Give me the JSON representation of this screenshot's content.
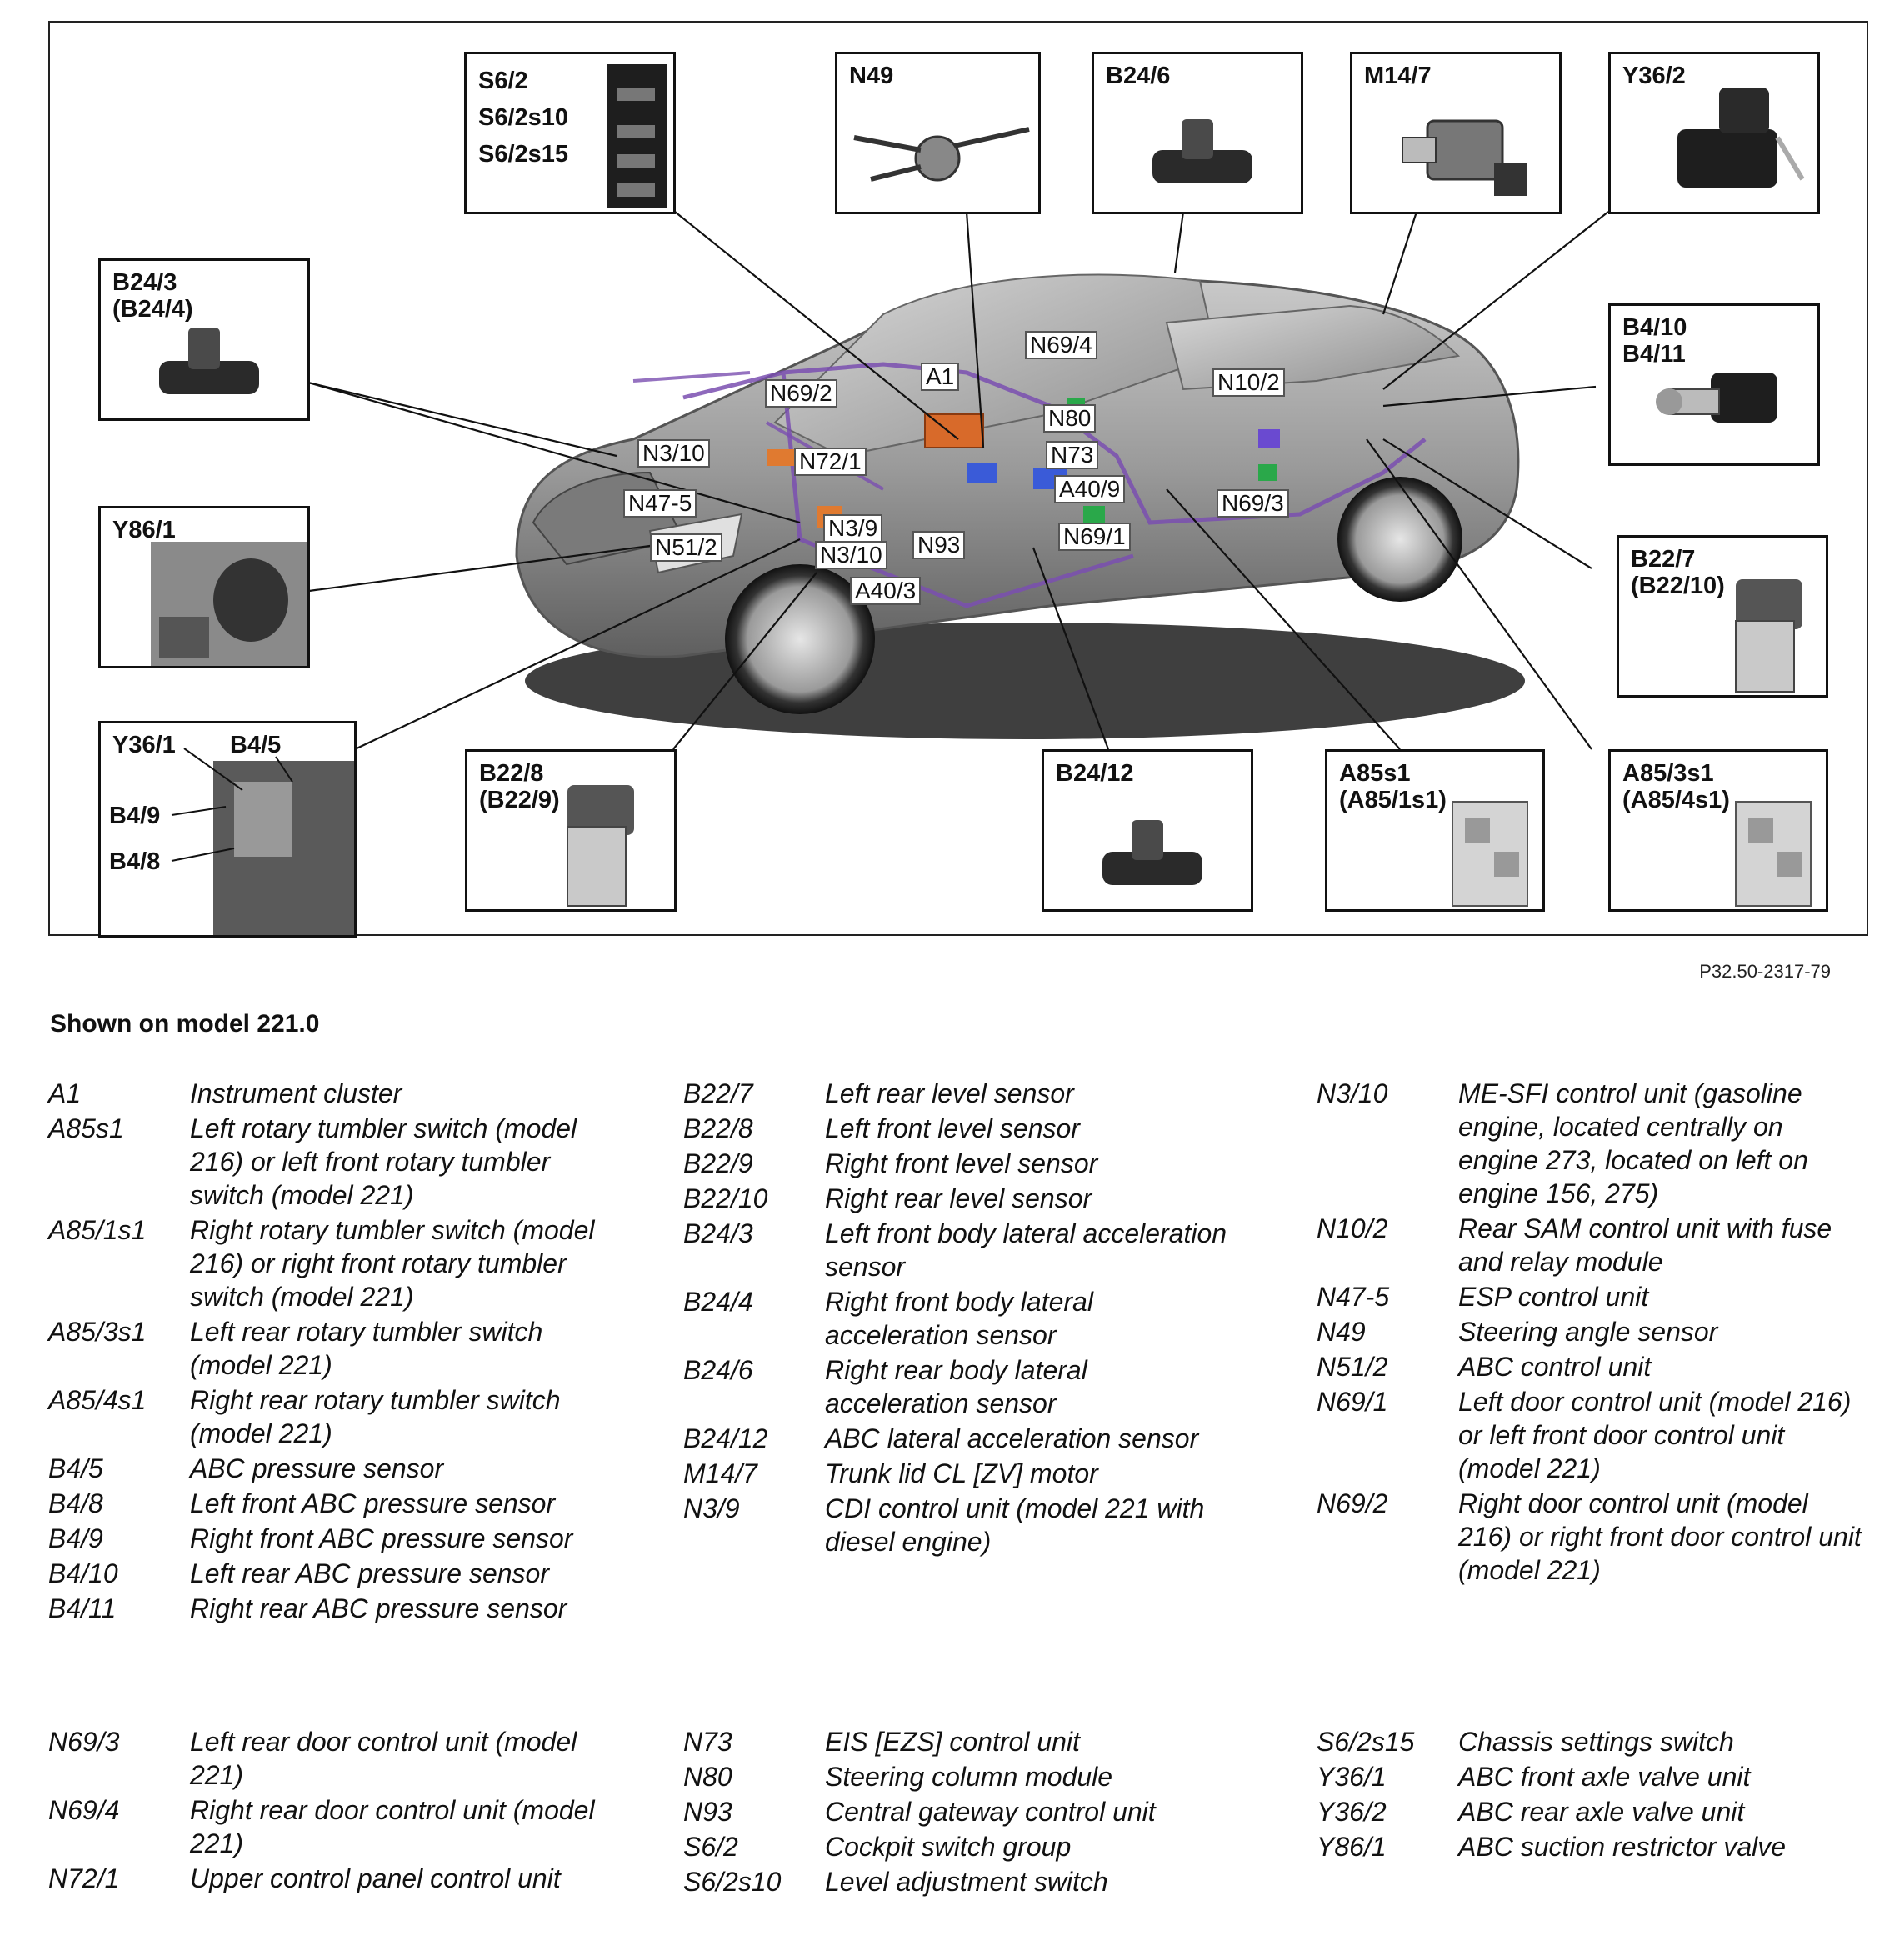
{
  "callouts": {
    "s6_2": {
      "title": "S6/2\nS6/2s10\nS6/2s15"
    },
    "n49": {
      "title": "N49"
    },
    "b24_6": {
      "title": "B24/6"
    },
    "m14_7": {
      "title": "M14/7"
    },
    "y36_2": {
      "title": "Y36/2"
    },
    "b24_3": {
      "title": "B24/3\n(B24/4)"
    },
    "b4_10": {
      "title": "B4/10\nB4/11"
    },
    "y86_1": {
      "title": "Y86/1"
    },
    "b22_7": {
      "title": "B22/7\n(B22/10)"
    },
    "y36_1": {
      "title": "Y36/1",
      "title_b": "B4/5",
      "title_c": "B4/9",
      "title_d": "B4/8"
    },
    "b22_8": {
      "title": "B22/8\n(B22/9)"
    },
    "b24_12": {
      "title": "B24/12"
    },
    "a85s1": {
      "title": "A85s1\n(A85/1s1)"
    },
    "a85_3s1": {
      "title": "A85/3s1\n(A85/4s1)"
    }
  },
  "car_labels": {
    "n69_4": "N69/4",
    "a1": "A1",
    "n69_2": "N69/2",
    "n10_2": "N10/2",
    "n80": "N80",
    "n3_10_top": "N3/10",
    "n72_1": "N72/1",
    "n73": "N73",
    "a40_9": "A40/9",
    "n47_5": "N47-5",
    "n3_9": "N3/9",
    "n93": "N93",
    "n69_3": "N69/3",
    "n69_1": "N69/1",
    "n51_2": "N51/2",
    "n3_10_low": "N3/10",
    "a40_3": "A40/3"
  },
  "figure_code": "P32.50-2317-79",
  "caption": "Shown on model 221.0",
  "legend": {
    "col1": [
      {
        "code": "A1",
        "desc": "Instrument cluster"
      },
      {
        "code": "A85s1",
        "desc": "Left rotary tumbler switch (model 216) or left front rotary tumbler switch (model 221)"
      },
      {
        "code": "A85/1s1",
        "desc": "Right rotary tumbler switch (model 216) or right front rotary tumbler switch (model 221)"
      },
      {
        "code": "A85/3s1",
        "desc": "Left rear rotary tumbler switch (model 221)"
      },
      {
        "code": "A85/4s1",
        "desc": "Right rear rotary tumbler switch (model 221)"
      },
      {
        "code": "B4/5",
        "desc": "ABC pressure sensor"
      },
      {
        "code": "B4/8",
        "desc": "Left front ABC pressure sensor"
      },
      {
        "code": "B4/9",
        "desc": "Right front ABC pressure sensor"
      },
      {
        "code": "B4/10",
        "desc": "Left rear ABC pressure sensor"
      },
      {
        "code": "B4/11",
        "desc": "Right rear ABC pressure sensor"
      }
    ],
    "col2": [
      {
        "code": "B22/7",
        "desc": "Left rear level sensor"
      },
      {
        "code": "B22/8",
        "desc": "Left front level sensor"
      },
      {
        "code": "B22/9",
        "desc": "Right front level sensor"
      },
      {
        "code": "B22/10",
        "desc": "Right rear level sensor"
      },
      {
        "code": "B24/3",
        "desc": "Left front body lateral acceleration sensor"
      },
      {
        "code": "B24/4",
        "desc": "Right front body lateral acceleration sensor"
      },
      {
        "code": "B24/6",
        "desc": "Right rear body lateral acceleration sensor"
      },
      {
        "code": "B24/12",
        "desc": "ABC lateral acceleration sensor"
      },
      {
        "code": "M14/7",
        "desc": "Trunk lid CL [ZV] motor"
      },
      {
        "code": "N3/9",
        "desc": "CDI control unit (model 221 with diesel engine)"
      }
    ],
    "col3": [
      {
        "code": "N3/10",
        "desc": "ME-SFI control unit (gasoline engine, located centrally on engine 273, located on left on engine 156, 275)"
      },
      {
        "code": "N10/2",
        "desc": "Rear SAM control unit with fuse and relay module"
      },
      {
        "code": "N47-5",
        "desc": "ESP control unit"
      },
      {
        "code": "N49",
        "desc": "Steering angle sensor"
      },
      {
        "code": "N51/2",
        "desc": "ABC control unit"
      },
      {
        "code": "N69/1",
        "desc": "Left door control unit (model 216) or left front door control unit (model 221)"
      },
      {
        "code": "N69/2",
        "desc": "Right door control unit (model 216) or right front door control unit (model 221)"
      }
    ],
    "col4": [
      {
        "code": "N69/3",
        "desc": "Left rear door control unit (model 221)"
      },
      {
        "code": "N69/4",
        "desc": "Right rear door control unit (model 221)"
      },
      {
        "code": "N72/1",
        "desc": "Upper control panel control unit"
      }
    ],
    "col5": [
      {
        "code": "N73",
        "desc": "EIS [EZS] control unit"
      },
      {
        "code": "N80",
        "desc": "Steering column module"
      },
      {
        "code": "N93",
        "desc": "Central gateway control unit"
      },
      {
        "code": "S6/2",
        "desc": "Cockpit switch group"
      },
      {
        "code": "S6/2s10",
        "desc": "Level adjustment switch"
      }
    ],
    "col6": [
      {
        "code": "S6/2s15",
        "desc": "Chassis settings switch"
      },
      {
        "code": "Y36/1",
        "desc": "ABC front axle valve unit"
      },
      {
        "code": "Y36/2",
        "desc": "ABC rear axle valve unit"
      },
      {
        "code": "Y86/1",
        "desc": "ABC suction restrictor valve"
      }
    ]
  }
}
